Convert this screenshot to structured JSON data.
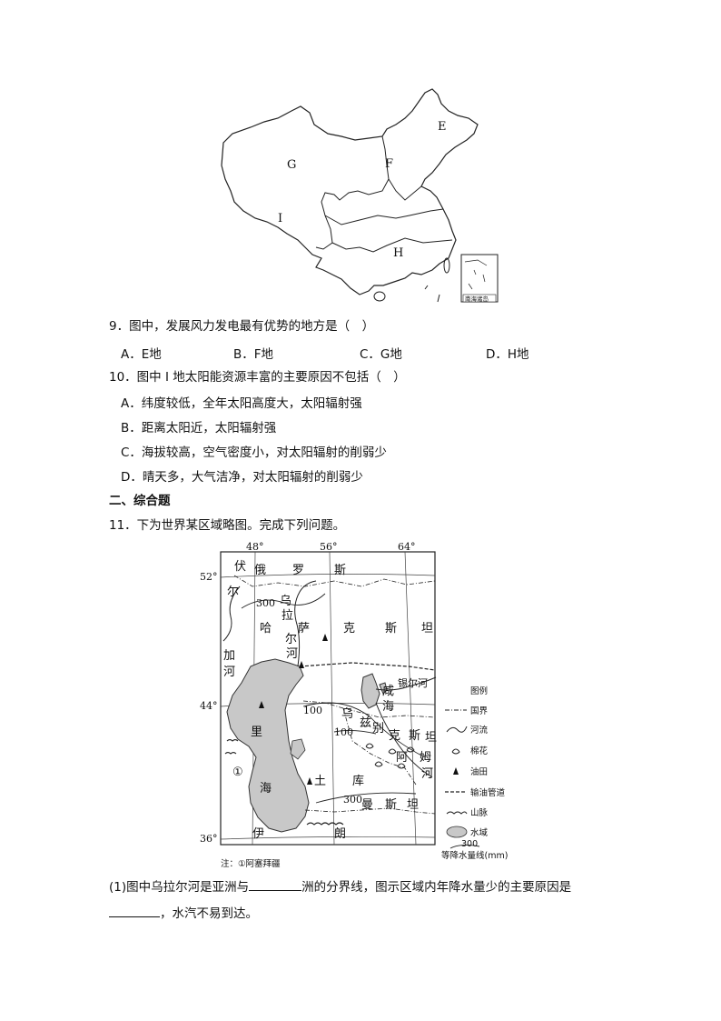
{
  "map1": {
    "labels": {
      "E": "E",
      "F": "F",
      "G": "G",
      "H": "H",
      "I": "I"
    },
    "inset_caption": "南海诸岛"
  },
  "q9": {
    "stem": "9．图中，发展风力发电最有优势的地方是（　）",
    "options": [
      "A．E地",
      "B．F地",
      "C．G地",
      "D．H地"
    ]
  },
  "q10": {
    "stem": "10．图中 I 地太阳能资源丰富的主要原因不包括（　）",
    "options": [
      "A．纬度较低，全年太阳高度大，太阳辐射强",
      "B．距离太阳近，太阳辐射强",
      "C．海拔较高，空气密度小，对太阳辐射的削弱少",
      "D．晴天多，大气洁净，对太阳辐射的削弱少"
    ]
  },
  "section2": {
    "title": "二、综合题"
  },
  "q11": {
    "stem": "11．下为世界某区域略图。完成下列问题。",
    "map": {
      "lon_labels": [
        "48°",
        "56°",
        "64°"
      ],
      "lat_labels": [
        "52°",
        "44°",
        "36°"
      ],
      "place_chars": {
        "fu": "伏",
        "e": "俄",
        "luo": "罗",
        "si": "斯",
        "er": "尔",
        "ha": "哈",
        "sa": "萨",
        "ke": "克",
        "si2": "斯",
        "tan": "坦",
        "wu": "乌",
        "la": "拉",
        "er2": "尔",
        "he": "河",
        "jia": "加",
        "he2": "河",
        "li": "里",
        "hai": "海",
        "xian": "咸",
        "hai2": "海",
        "xier": "锡尔河",
        "wuzi": "乌",
        "bie": "兹",
        "bie2": "别",
        "ke2": "克",
        "si3": "斯",
        "tan2": "坦",
        "a": "阿",
        "mu": "姆",
        "he3": "河",
        "tu": "土",
        "ku": "库",
        "man": "曼",
        "si4": "斯",
        "tan3": "坦",
        "yi": "伊",
        "lang": "朗",
        "circle1": "①"
      },
      "isohyets": [
        "300",
        "100",
        "100",
        "300"
      ],
      "note": "注：①阿塞拜疆"
    },
    "legend": {
      "title": "图例",
      "items": [
        "国界",
        "河流",
        "棉花",
        "油田",
        "输油管道",
        "山脉",
        "水域"
      ],
      "isohyet_value": "300",
      "isohyet_label": "等降水量线(mm)"
    },
    "sub1": {
      "part1": "(1)图中乌拉尔河是亚洲与",
      "part2": "洲的分界线，图示区域内年降水量少的主要原因是",
      "part3": "，水汽不易到达。"
    }
  }
}
